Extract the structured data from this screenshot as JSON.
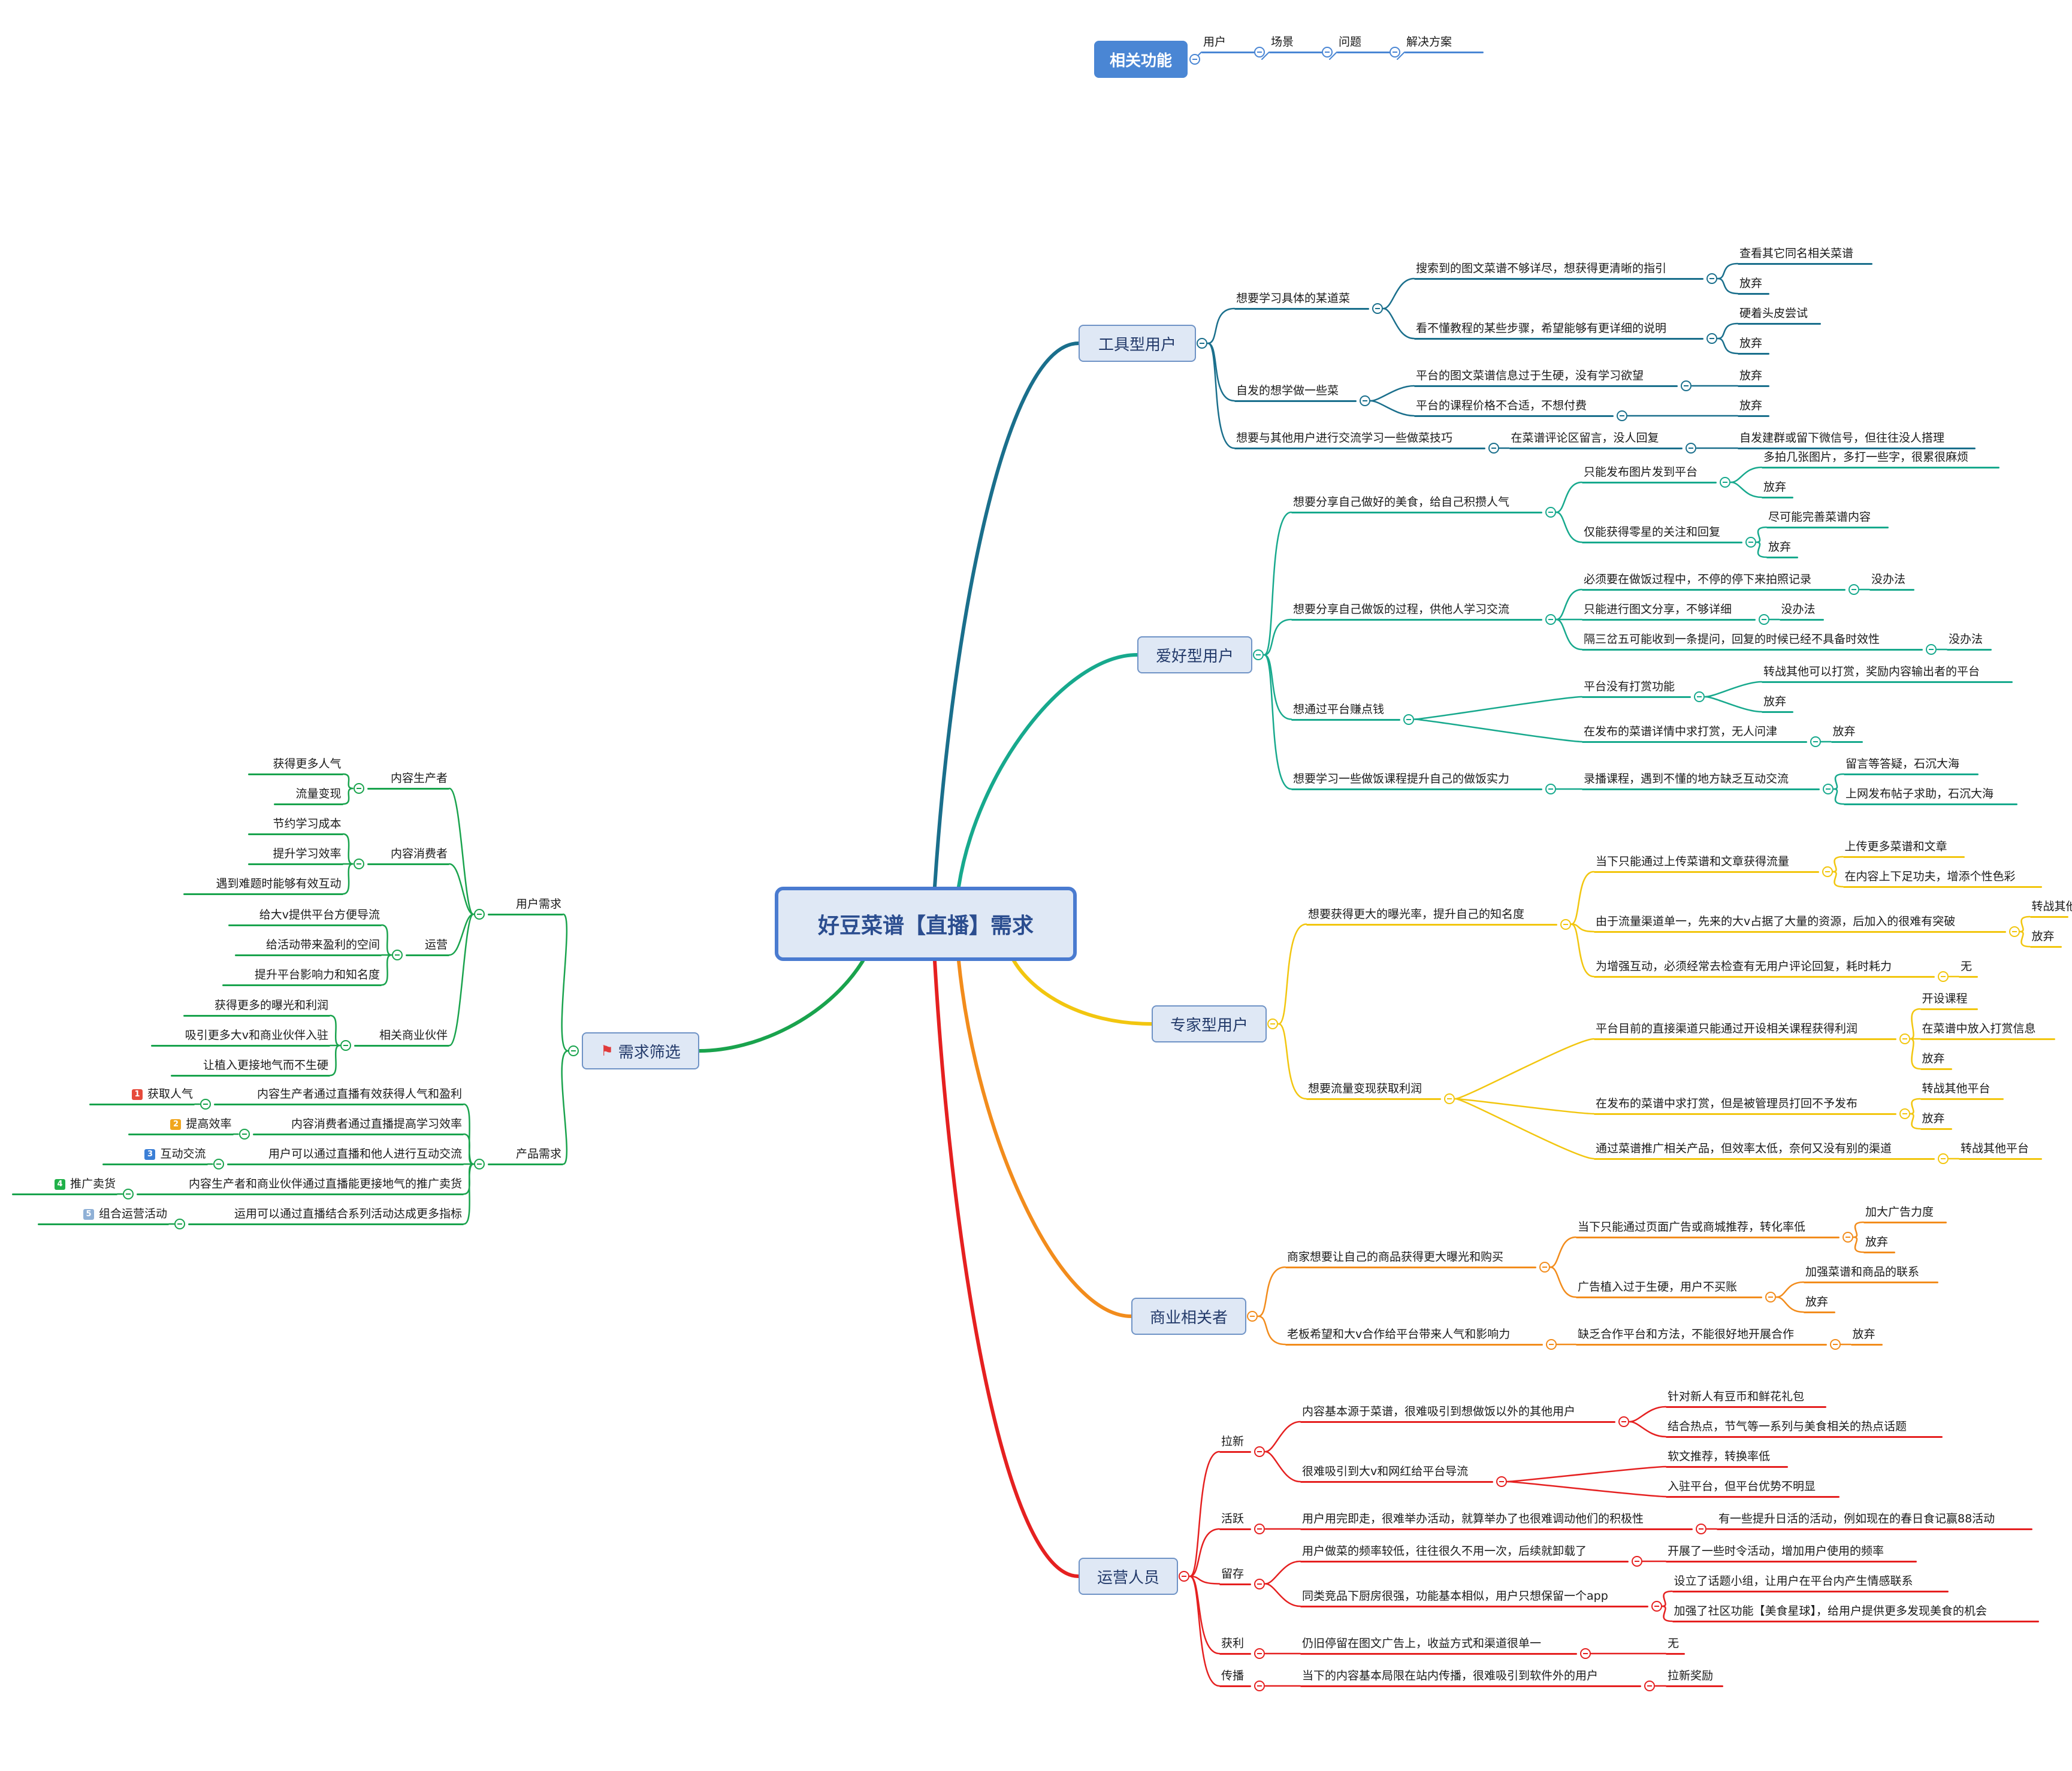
{
  "root": "好豆菜谱【直播】需求",
  "related": {
    "title": "相关功能",
    "items": [
      "用户",
      "场景",
      "问题",
      "解决方案"
    ]
  },
  "icons": {
    "flag": "red-flag-icon",
    "toggle": "collapse-toggle-icon"
  },
  "colors": {
    "tool": "#1a6f8c",
    "hobby": "#17a98d",
    "expert": "#f2c60f",
    "business": "#f28c1c",
    "ops": "#e52020",
    "filter": "#19a34d",
    "related": "#4a86d4"
  },
  "branches": [
    {
      "key": "tool",
      "label": "工具型用户",
      "children": [
        {
          "label": "想要学习具体的某道菜",
          "children": [
            {
              "label": "搜索到的图文菜谱不够详尽，想获得更清晰的指引",
              "children": [
                {
                  "label": "查看其它同名相关菜谱"
                },
                {
                  "label": "放弃"
                }
              ]
            },
            {
              "label": "看不懂教程的某些步骤，希望能够有更详细的说明",
              "children": [
                {
                  "label": "硬着头皮尝试"
                },
                {
                  "label": "放弃"
                }
              ]
            }
          ]
        },
        {
          "label": "自发的想学做一些菜",
          "children": [
            {
              "label": "平台的图文菜谱信息过于生硬，没有学习欲望",
              "children": [
                {
                  "label": "放弃"
                }
              ]
            },
            {
              "label": "平台的课程价格不合适，不想付费",
              "children": [
                {
                  "label": "放弃"
                }
              ]
            }
          ]
        },
        {
          "label": "想要与其他用户进行交流学习一些做菜技巧",
          "children": [
            {
              "label": "在菜谱评论区留言，没人回复",
              "children": [
                {
                  "label": "自发建群或留下微信号，但往往没人搭理"
                }
              ]
            }
          ]
        }
      ]
    },
    {
      "key": "hobby",
      "label": "爱好型用户",
      "children": [
        {
          "label": "想要分享自己做好的美食，给自己积攒人气",
          "children": [
            {
              "label": "只能发布图片发到平台",
              "children": [
                {
                  "label": "多拍几张图片，多打一些字，很累很麻烦"
                },
                {
                  "label": "放弃"
                }
              ]
            },
            {
              "label": "仅能获得零星的关注和回复",
              "children": [
                {
                  "label": "尽可能完善菜谱内容"
                },
                {
                  "label": "放弃"
                }
              ]
            }
          ]
        },
        {
          "label": "想要分享自己做饭的过程，供他人学习交流",
          "children": [
            {
              "label": "必须要在做饭过程中，不停的停下来拍照记录",
              "children": [
                {
                  "label": "没办法"
                }
              ]
            },
            {
              "label": "只能进行图文分享，不够详细",
              "children": [
                {
                  "label": "没办法"
                }
              ]
            },
            {
              "label": "隔三岔五可能收到一条提问，回复的时候已经不具备时效性",
              "children": [
                {
                  "label": "没办法"
                }
              ]
            }
          ]
        },
        {
          "label": "想通过平台赚点钱",
          "children": [
            {
              "label": "平台没有打赏功能",
              "children": [
                {
                  "label": "转战其他可以打赏，奖励内容输出者的平台"
                },
                {
                  "label": "放弃"
                }
              ]
            },
            {
              "label": "在发布的菜谱详情中求打赏，无人问津",
              "children": [
                {
                  "label": "放弃"
                }
              ]
            }
          ]
        },
        {
          "label": "想要学习一些做饭课程提升自己的做饭实力",
          "children": [
            {
              "label": "录播课程，遇到不懂的地方缺乏互动交流",
              "children": [
                {
                  "label": "留言等答疑，石沉大海"
                },
                {
                  "label": "上网发布帖子求助，石沉大海"
                }
              ]
            }
          ]
        }
      ]
    },
    {
      "key": "expert",
      "label": "专家型用户",
      "children": [
        {
          "label": "想要获得更大的曝光率，提升自己的知名度",
          "children": [
            {
              "label": "当下只能通过上传菜谱和文章获得流量",
              "children": [
                {
                  "label": "上传更多菜谱和文章"
                },
                {
                  "label": "在内容上下足功夫，增添个性色彩"
                }
              ]
            },
            {
              "label": "由于流量渠道单一，先来的大v占据了大量的资源，后加入的很难有突破",
              "children": [
                {
                  "label": "转战其他平台"
                },
                {
                  "label": "放弃"
                }
              ]
            },
            {
              "label": "为增强互动，必须经常去检查有无用户评论回复，耗时耗力",
              "children": [
                {
                  "label": "无"
                }
              ]
            }
          ]
        },
        {
          "label": "想要流量变现获取利润",
          "children": [
            {
              "label": "平台目前的直接渠道只能通过开设相关课程获得利润",
              "children": [
                {
                  "label": "开设课程"
                },
                {
                  "label": "在菜谱中放入打赏信息"
                },
                {
                  "label": "放弃"
                }
              ]
            },
            {
              "label": "在发布的菜谱中求打赏，但是被管理员打回不予发布",
              "children": [
                {
                  "label": "转战其他平台"
                },
                {
                  "label": "放弃"
                }
              ]
            },
            {
              "label": "通过菜谱推广相关产品，但效率太低，奈何又没有别的渠道",
              "children": [
                {
                  "label": "转战其他平台"
                }
              ]
            }
          ]
        }
      ]
    },
    {
      "key": "business",
      "label": "商业相关者",
      "children": [
        {
          "label": "商家想要让自己的商品获得更大曝光和购买",
          "children": [
            {
              "label": "当下只能通过页面广告或商城推荐，转化率低",
              "children": [
                {
                  "label": "加大广告力度"
                },
                {
                  "label": "放弃"
                }
              ]
            },
            {
              "label": "广告植入过于生硬，用户不买账",
              "children": [
                {
                  "label": "加强菜谱和商品的联系"
                },
                {
                  "label": "放弃"
                }
              ]
            }
          ]
        },
        {
          "label": "老板希望和大v合作给平台带来人气和影响力",
          "children": [
            {
              "label": "缺乏合作平台和方法，不能很好地开展合作",
              "children": [
                {
                  "label": "放弃"
                }
              ]
            }
          ]
        }
      ]
    },
    {
      "key": "ops",
      "label": "运营人员",
      "children": [
        {
          "label": "拉新",
          "children": [
            {
              "label": "内容基本源于菜谱，很难吸引到想做饭以外的其他用户",
              "children": [
                {
                  "label": "针对新人有豆币和鲜花礼包"
                },
                {
                  "label": "结合热点，节气等一系列与美食相关的热点话题"
                }
              ]
            },
            {
              "label": "很难吸引到大v和网红给平台导流",
              "children": [
                {
                  "label": "软文推荐，转换率低"
                },
                {
                  "label": "入驻平台，但平台优势不明显"
                }
              ]
            }
          ]
        },
        {
          "label": "活跃",
          "children": [
            {
              "label": "用户用完即走，很难举办活动，就算举办了也很难调动他们的积极性",
              "children": [
                {
                  "label": "有一些提升日活的活动，例如现在的春日食记赢88活动"
                }
              ]
            }
          ]
        },
        {
          "label": "留存",
          "children": [
            {
              "label": "用户做菜的频率较低，往往很久不用一次，后续就卸载了",
              "children": [
                {
                  "label": "开展了一些时令活动，增加用户使用的频率"
                }
              ]
            },
            {
              "label": "同类竞品下厨房很强，功能基本相似，用户只想保留一个app",
              "children": [
                {
                  "label": "设立了话题小组，让用户在平台内产生情感联系"
                },
                {
                  "label": "加强了社区功能【美食星球】，给用户提供更多发现美食的机会"
                }
              ]
            }
          ]
        },
        {
          "label": "获利",
          "children": [
            {
              "label": "仍旧停留在图文广告上，收益方式和渠道很单一",
              "children": [
                {
                  "label": "无"
                }
              ]
            }
          ]
        },
        {
          "label": "传播",
          "children": [
            {
              "label": "当下的内容基本局限在站内传播，很难吸引到软件外的用户",
              "children": [
                {
                  "label": "拉新奖励"
                }
              ]
            }
          ]
        }
      ]
    }
  ],
  "filter": {
    "label": "需求筛选",
    "children": [
      {
        "label": "用户需求",
        "children": [
          {
            "label": "内容生产者",
            "children": [
              {
                "label": "获得更多人气"
              },
              {
                "label": "流量变现"
              }
            ]
          },
          {
            "label": "内容消费者",
            "children": [
              {
                "label": "节约学习成本"
              },
              {
                "label": "提升学习效率"
              },
              {
                "label": "遇到难题时能够有效互动"
              }
            ]
          },
          {
            "label": "运营",
            "children": [
              {
                "label": "给大v提供平台方便导流"
              },
              {
                "label": "给活动带来盈利的空间"
              },
              {
                "label": "提升平台影响力和知名度"
              }
            ]
          },
          {
            "label": "相关商业伙伴",
            "children": [
              {
                "label": "获得更多的曝光和利润"
              },
              {
                "label": "吸引更多大v和商业伙伴入驻"
              },
              {
                "label": "让植入更接地气而不生硬"
              }
            ]
          }
        ]
      },
      {
        "label": "产品需求",
        "children": [
          {
            "label": "内容生产者通过直播有效获得人气和盈利",
            "children": [
              {
                "label": "获取人气",
                "badge": "1",
                "badge_color": "#e64a3b"
              }
            ]
          },
          {
            "label": "内容消费者通过直播提高学习效率",
            "children": [
              {
                "label": "提高效率",
                "badge": "2",
                "badge_color": "#f0a61e"
              }
            ]
          },
          {
            "label": "用户可以通过直播和他人进行互动交流",
            "children": [
              {
                "label": "互动交流",
                "badge": "3",
                "badge_color": "#3b7fd6"
              }
            ]
          },
          {
            "label": "内容生产者和商业伙伴通过直播能更接地气的推广卖货",
            "children": [
              {
                "label": "推广卖货",
                "badge": "4",
                "badge_color": "#21b14a"
              }
            ]
          },
          {
            "label": "运用可以通过直播结合系列活动达成更多指标",
            "children": [
              {
                "label": "组合运营活动",
                "badge": "5",
                "badge_color": "#8fb0d6"
              }
            ]
          }
        ]
      }
    ]
  }
}
